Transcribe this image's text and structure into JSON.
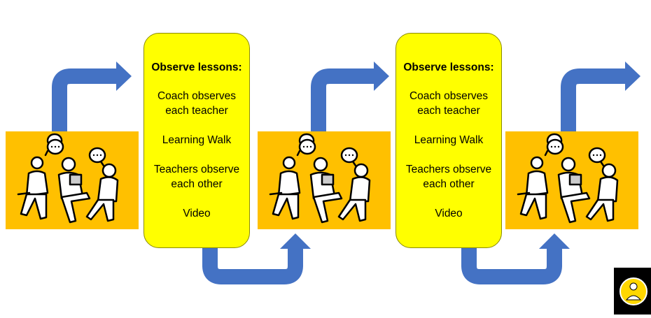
{
  "cards": [
    {
      "title": "Observe lessons:",
      "items": [
        "Coach observes each teacher",
        "Learning Walk",
        "Teachers observe each other",
        "Video"
      ]
    },
    {
      "title": "Observe lessons:",
      "items": [
        "Coach observes each teacher",
        "Learning Walk",
        "Teachers observe each other",
        "Video"
      ]
    }
  ],
  "colors": {
    "scene": "#FFC000",
    "card": "#FFFF00",
    "arrow": "#4472C4"
  },
  "icons": [
    "group-discussion-icon",
    "speech-bubble-icon",
    "arrow-icon",
    "logo-icon"
  ]
}
